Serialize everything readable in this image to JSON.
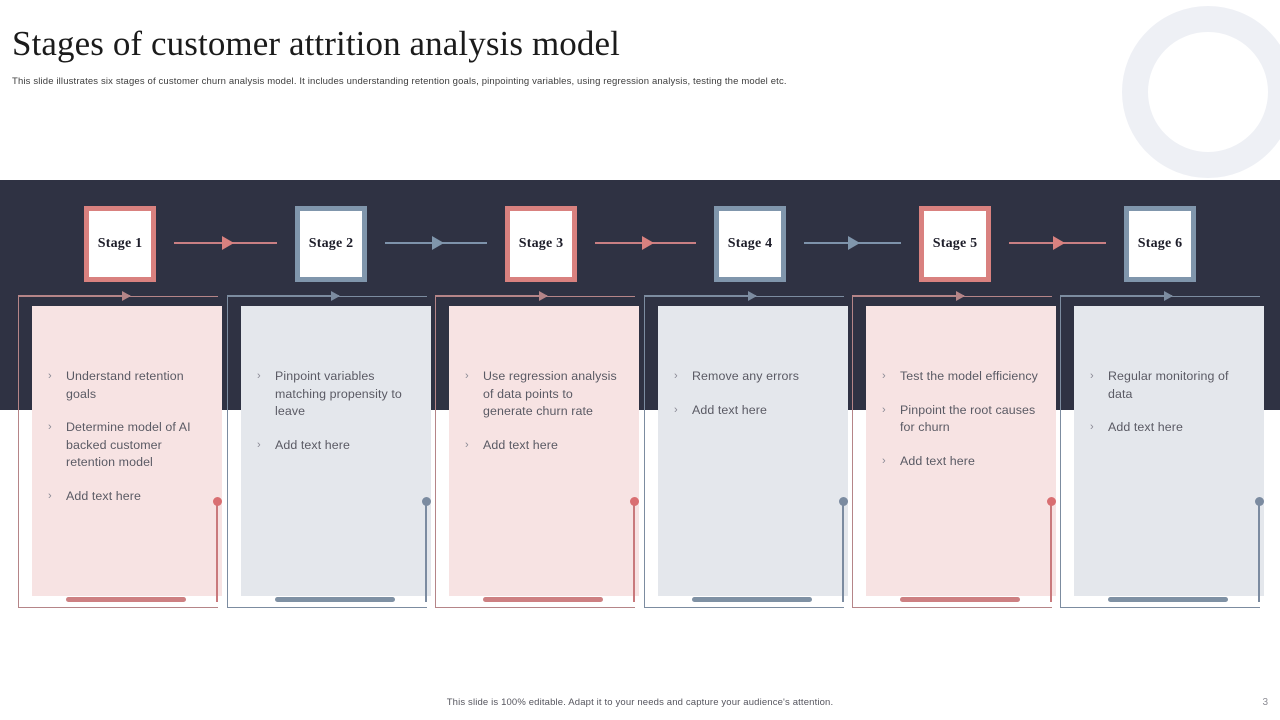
{
  "header": {
    "title": "Stages of customer attrition analysis model",
    "subtitle": "This slide illustrates six stages of customer churn analysis model. It includes understanding retention goals, pinpointing variables, using regression analysis, testing the model  etc."
  },
  "colors": {
    "dark_band": "#2f3243",
    "accent_red": "#d9817f",
    "accent_blue": "#8096ac",
    "card_fill_red": "#f7e3e3",
    "card_fill_blue": "#e4e7ec",
    "page_background": "#ffffff",
    "ring_decoration": "#eef0f5"
  },
  "stages": [
    {
      "label": "Stage 1",
      "theme": "red"
    },
    {
      "label": "Stage 2",
      "theme": "blue"
    },
    {
      "label": "Stage 3",
      "theme": "red"
    },
    {
      "label": "Stage 4",
      "theme": "blue"
    },
    {
      "label": "Stage 5",
      "theme": "red"
    },
    {
      "label": "Stage 6",
      "theme": "blue"
    }
  ],
  "cards": [
    {
      "theme": "red",
      "bullets": [
        "Understand retention goals",
        "Determine model of AI backed customer retention model",
        "Add text here"
      ]
    },
    {
      "theme": "blue",
      "bullets": [
        "Pinpoint variables matching propensity to leave",
        "Add text here"
      ]
    },
    {
      "theme": "red",
      "bullets": [
        "Use regression analysis of data points to generate churn rate",
        "Add text here"
      ]
    },
    {
      "theme": "blue",
      "bullets": [
        "Remove any errors",
        "Add text here"
      ]
    },
    {
      "theme": "red",
      "bullets": [
        "Test the model efficiency",
        "Pinpoint the root causes for churn",
        "Add text here"
      ]
    },
    {
      "theme": "blue",
      "bullets": [
        "Regular monitoring of data",
        "Add text here"
      ]
    }
  ],
  "bullet_glyph": "›",
  "footer": {
    "note": "This slide is 100% editable. Adapt it to your needs and capture your audience's attention.",
    "page_number": "3"
  }
}
